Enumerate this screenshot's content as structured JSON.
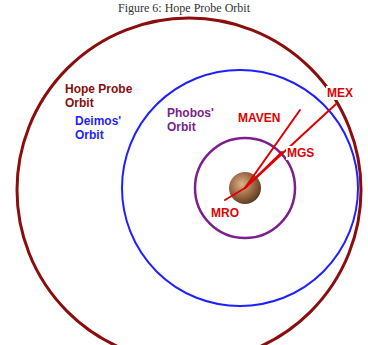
{
  "diagram": {
    "title": "Figure 6: Hope Probe Orbit",
    "labels": [
      "Hope Probe Orbit",
      "Deimos' Orbit",
      "Phobos' Orbit",
      "MAVEN",
      "MEX",
      "MGS",
      "MRO"
    ]
  }
}
